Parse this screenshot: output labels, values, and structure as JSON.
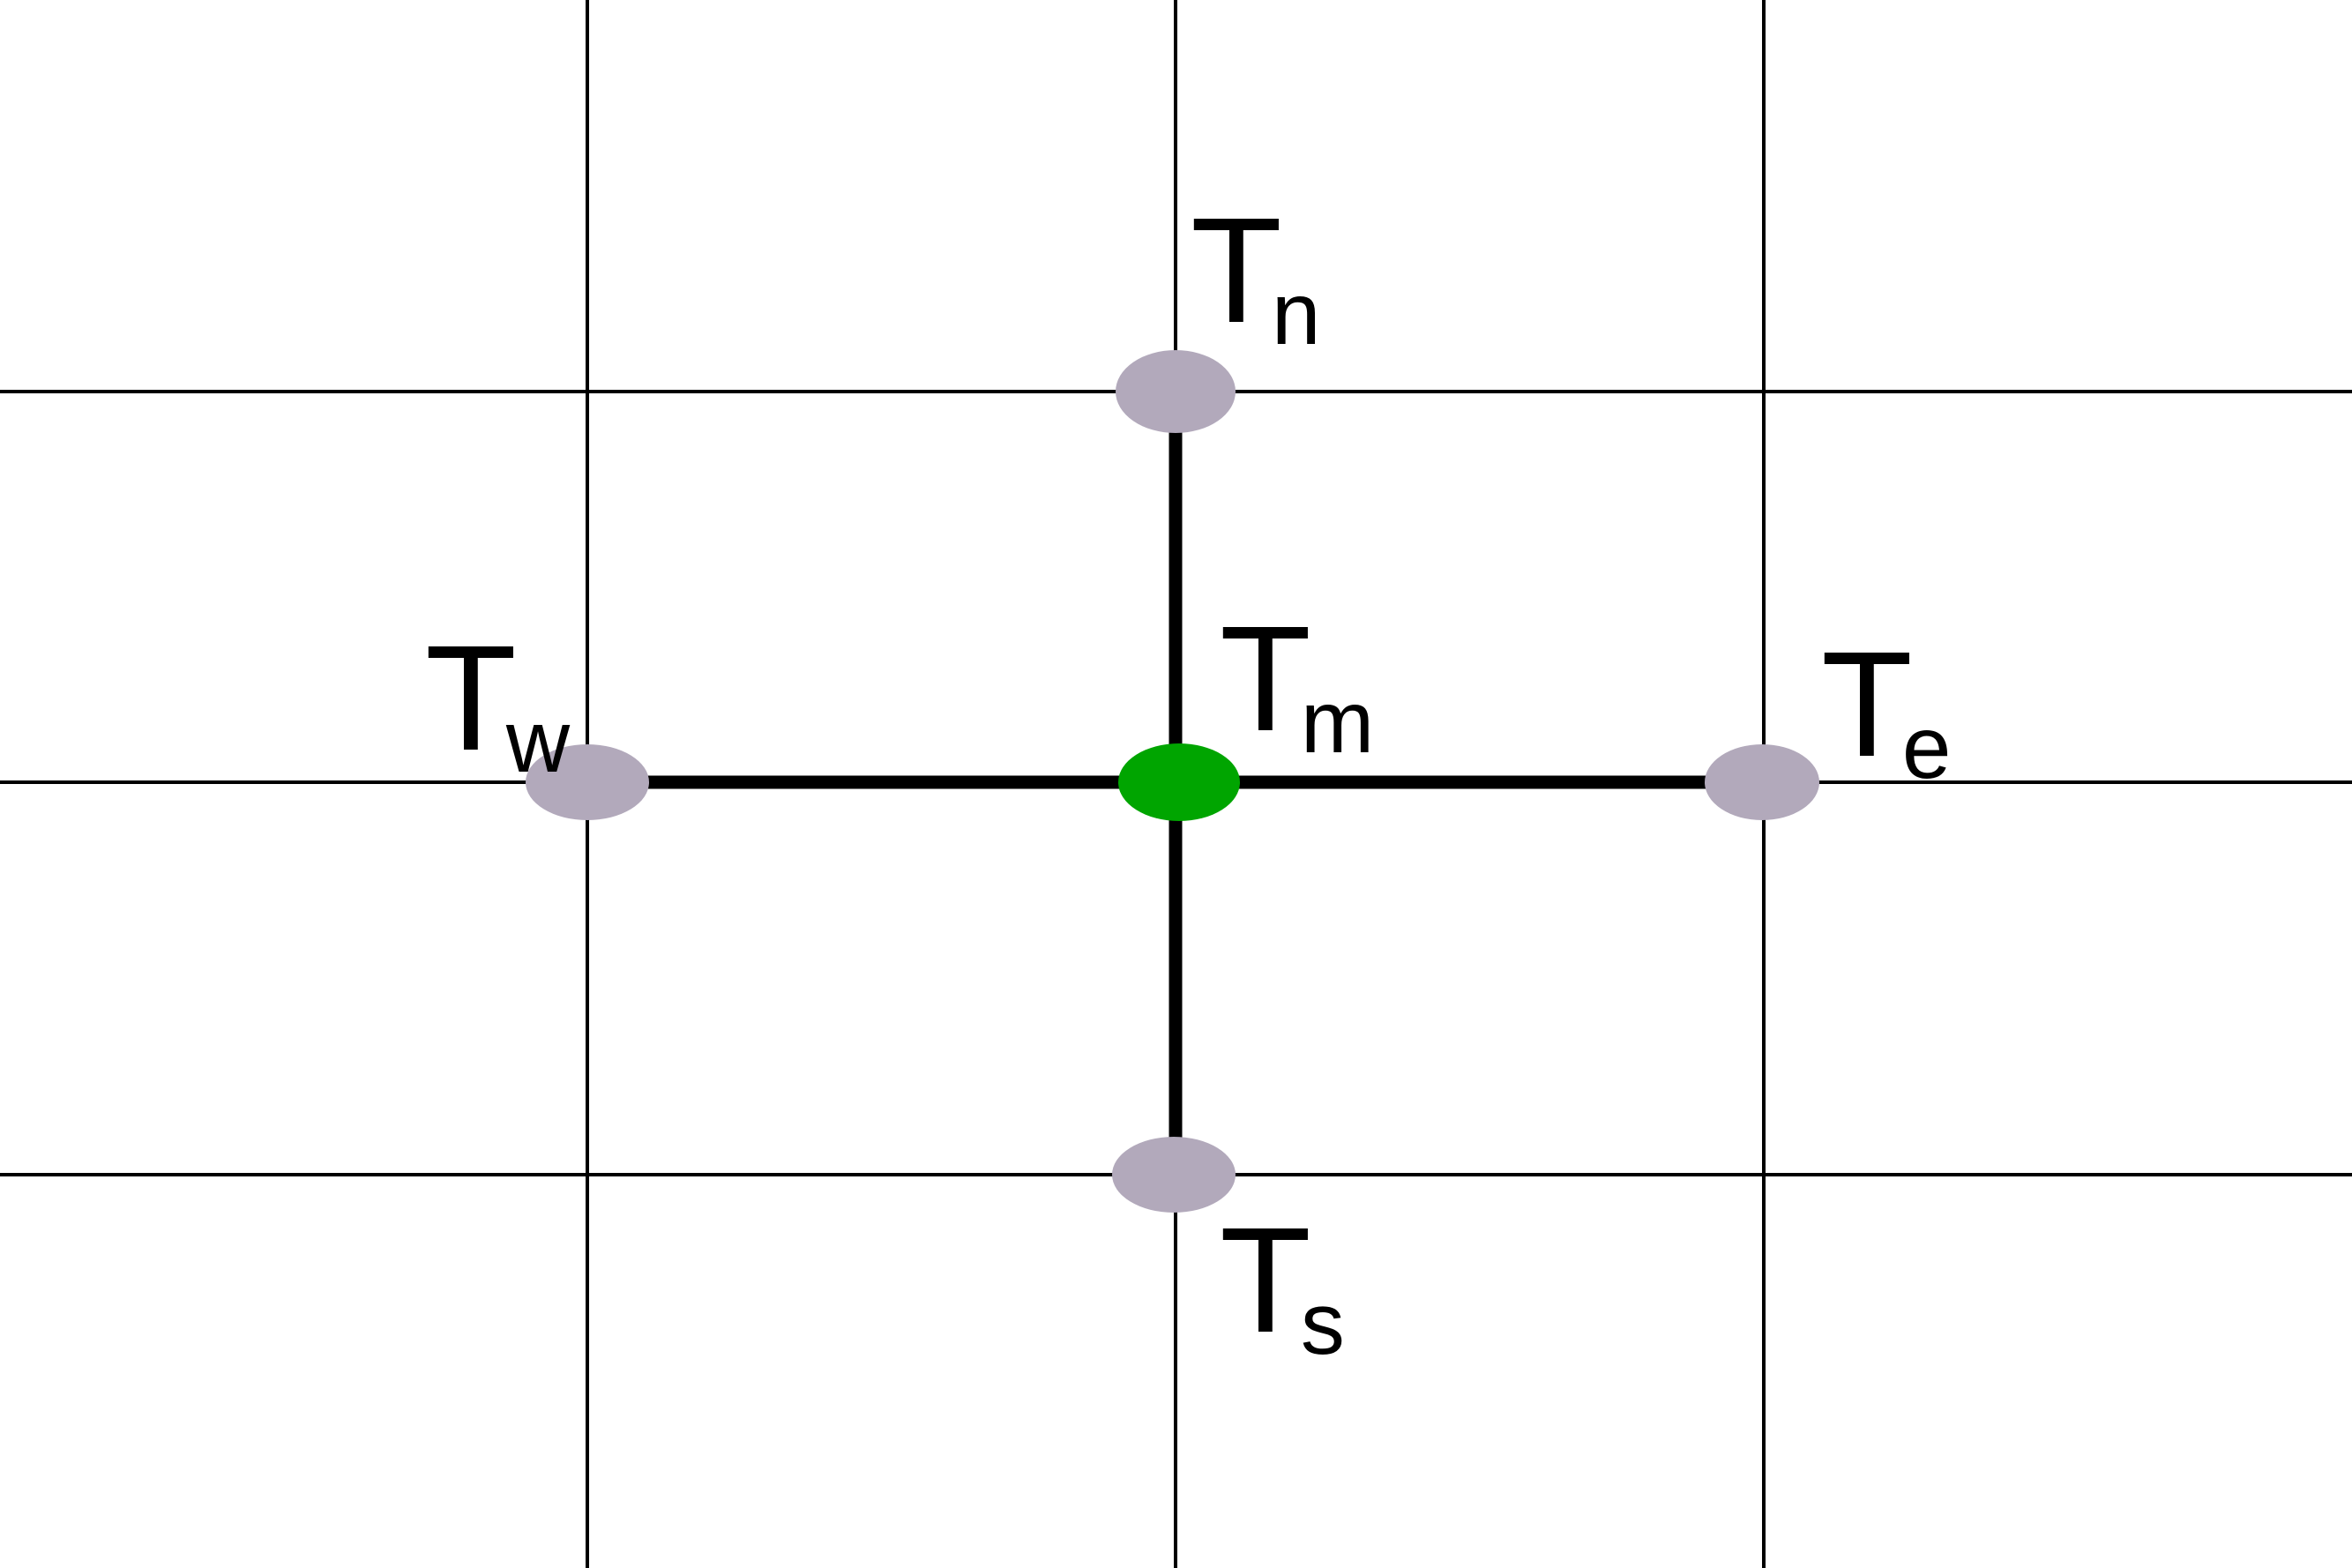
{
  "colors": {
    "background": "#ffffff",
    "grid": "#000000",
    "stencil": "#000000",
    "neighbor_node": "#b2a9bb",
    "center_node": "#00a500"
  },
  "nodes": {
    "center": {
      "base": "T",
      "sub": "m"
    },
    "north": {
      "base": "T",
      "sub": "n"
    },
    "south": {
      "base": "T",
      "sub": "s"
    },
    "west": {
      "base": "T",
      "sub": "w"
    },
    "east": {
      "base": "T",
      "sub": "e"
    }
  }
}
